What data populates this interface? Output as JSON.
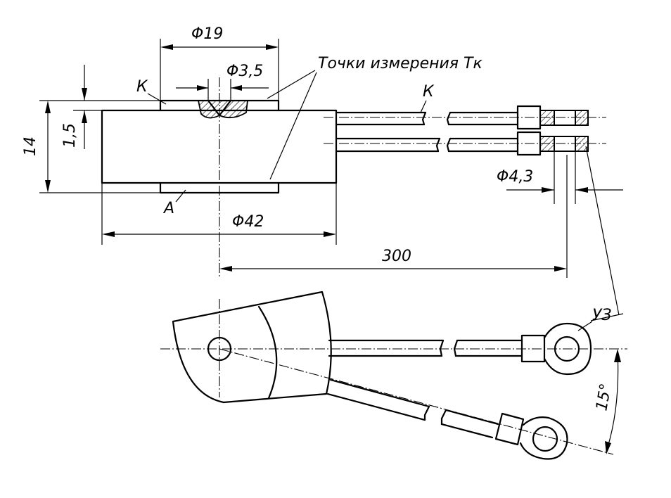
{
  "labels": {
    "d19": "Φ19",
    "d3_5": "Φ3,5",
    "measure_points": "Точки измерения Тк",
    "k_left": "К",
    "k_right": "К",
    "h14": "14",
    "h1_5": "1,5",
    "d42": "Φ42",
    "a": "А",
    "d4_3": "Φ4,3",
    "len300": "300",
    "u3": "УЗ",
    "angle15": "15°"
  }
}
